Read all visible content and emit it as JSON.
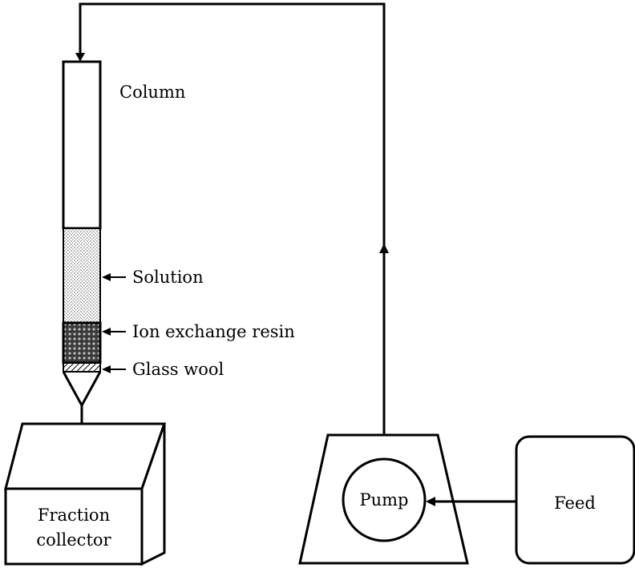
{
  "labels": {
    "column": "Column",
    "solution": "Solution",
    "resin": "Ion exchange resin",
    "glass_wool": "Glass wool",
    "fraction_collector_line1": "Fraction",
    "fraction_collector_line2": "collector",
    "pump": "Pump",
    "feed": "Feed"
  }
}
